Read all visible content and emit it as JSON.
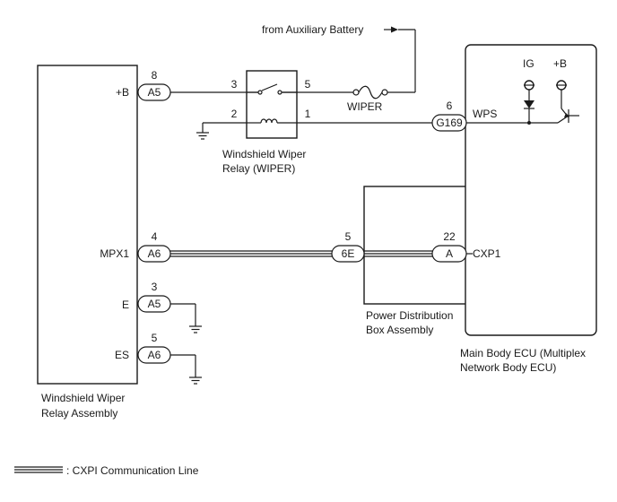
{
  "source": {
    "label": "from Auxiliary Battery"
  },
  "relay_assembly": {
    "caption_line1": "Windshield Wiper",
    "caption_line2": "Relay Assembly",
    "pins": [
      {
        "label": "+B",
        "num": "8",
        "conn": "A5"
      },
      {
        "label": "MPX1",
        "num": "4",
        "conn": "A6"
      },
      {
        "label": "E",
        "num": "3",
        "conn": "A5"
      },
      {
        "label": "ES",
        "num": "5",
        "conn": "A6"
      }
    ]
  },
  "wiper_relay": {
    "caption_line1": "Windshield Wiper",
    "caption_line2": "Relay (WIPER)",
    "pins": {
      "p3": "3",
      "p5": "5",
      "p2": "2",
      "p1": "1"
    }
  },
  "fuse": {
    "label": "WIPER"
  },
  "pdb": {
    "caption_line1": "Power Distribution",
    "caption_line2": "Box Assembly",
    "splice_num": "5",
    "splice_conn": "6E"
  },
  "ecu": {
    "caption_line1": "Main Body ECU (Multiplex",
    "caption_line2": "Network Body ECU)",
    "ig_label": "IG",
    "b_label": "+B",
    "wps": {
      "label": "WPS",
      "num": "6",
      "conn": "G169"
    },
    "cxp1": {
      "label": "CXP1",
      "num": "22",
      "conn": "A"
    }
  },
  "legend": {
    "label": ": CXPI Communication Line"
  }
}
